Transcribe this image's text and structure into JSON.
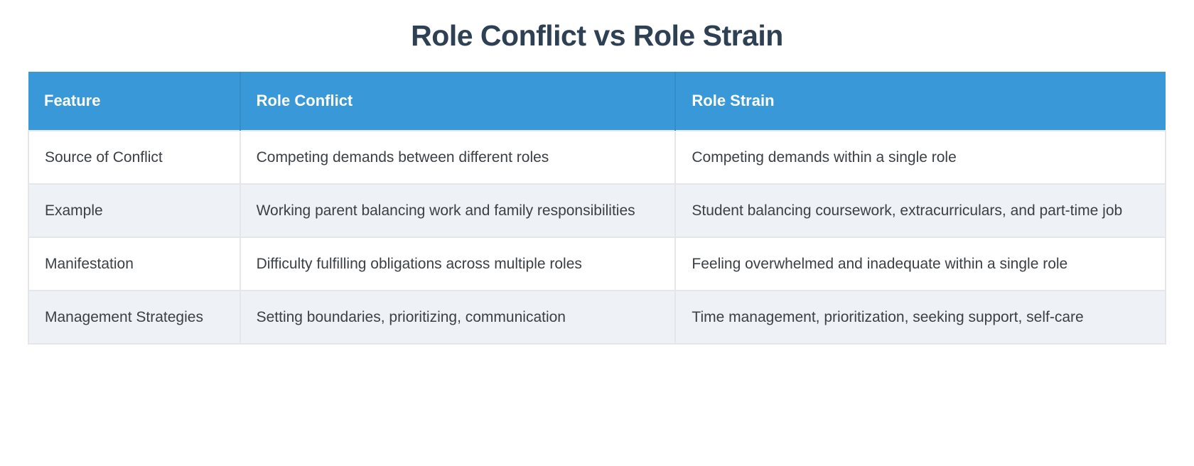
{
  "title": "Role Conflict vs Role Strain",
  "colors": {
    "title_text": "#2e4053",
    "header_bg": "#3898d8",
    "header_text": "#ffffff",
    "row_bg": "#ffffff",
    "row_alt_bg": "#eef1f6",
    "body_text": "#3b4045",
    "border": "#e4e6ea"
  },
  "table": {
    "columns": [
      {
        "label": "Feature"
      },
      {
        "label": "Role Conflict"
      },
      {
        "label": "Role Strain"
      }
    ],
    "rows": [
      {
        "feature": "Source of Conflict",
        "role_conflict": "Competing demands between different roles",
        "role_strain": "Competing demands within a single role"
      },
      {
        "feature": "Example",
        "role_conflict": "Working parent balancing work and family responsibilities",
        "role_strain": "Student balancing coursework, extracurriculars, and part-time job"
      },
      {
        "feature": "Manifestation",
        "role_conflict": "Difficulty fulfilling obligations across multiple roles",
        "role_strain": "Feeling overwhelmed and inadequate within a single role"
      },
      {
        "feature": "Management Strategies",
        "role_conflict": "Setting boundaries, prioritizing, communication",
        "role_strain": "Time management, prioritization, seeking support, self-care"
      }
    ]
  }
}
